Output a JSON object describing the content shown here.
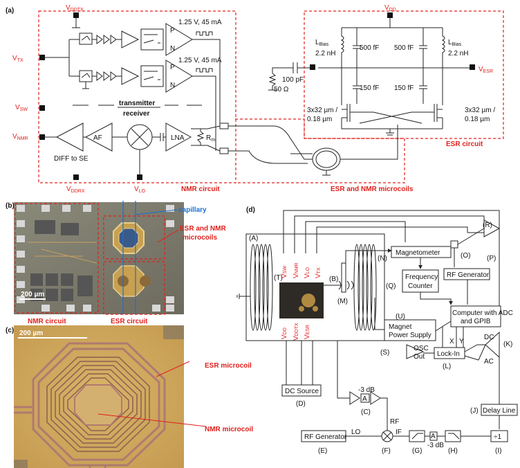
{
  "panels": {
    "a": "(a)",
    "b": "(b)",
    "c": "(c)",
    "d": "(d)"
  },
  "a": {
    "vddtx": "V",
    "vddtx_sub": "DDTX",
    "vdd": "V",
    "vdd_sub": "DD",
    "vtx": "V",
    "vtx_sub": "TX",
    "vsw": "V",
    "vsw_sub": "SW",
    "vnmr": "V",
    "vnmr_sub": "NMR",
    "vddrx": "V",
    "vddrx_sub": "DDRX",
    "vlo": "V",
    "vlo_sub": "LO",
    "vesr": "V",
    "vesr_sub": "ESR",
    "pulse1": "1.25 V, 45 mA",
    "pulse2": "1.25 V, 45 mA",
    "transmitter": "transmitter",
    "receiver": "receiver",
    "diff_se": "DIFF to SE",
    "af": "AF",
    "lna": "LNA",
    "rm": "R",
    "rm_sub": "m",
    "p": "P",
    "n": "N",
    "lbias": "L",
    "lbias_sub": "Bias",
    "lbias_val": "2.2 nH",
    "cap500": "500 fF",
    "cap150": "150 fF",
    "cap100": "100 pF",
    "res50": "50 Ω",
    "fet": "3x32 µm /",
    "fet2": "0.18 µm",
    "nmr_circuit": "NMR circuit",
    "esr_circuit": "ESR circuit",
    "microcoils": "ESR and NMR microcoils"
  },
  "b": {
    "capillary": "capillary",
    "esr_nmr1": "ESR and NMR",
    "esr_nmr2": "microcoils",
    "scale": "200 µm",
    "nmr_circuit": "NMR circuit",
    "esr_circuit": "ESR circuit"
  },
  "c": {
    "scale": "200 µm",
    "esr_microcoil": "ESR microcoil",
    "nmr_microcoil": "NMR microcoil"
  },
  "d": {
    "A": "(A)",
    "B": "(B)",
    "C": "(C)",
    "D": "(D)",
    "E": "(E)",
    "F": "(F)",
    "G": "(G)",
    "H": "(H)",
    "I": "(I)",
    "J": "(J)",
    "K": "(K)",
    "L": "(L)",
    "M": "(M)",
    "N": "(N)",
    "O": "(O)",
    "P": "(P)",
    "Q": "(Q)",
    "R": "(R)",
    "S": "(S)",
    "T": "(T)",
    "U": "(U)",
    "magnetometer": "Magnetometer",
    "freq1": "Frequency",
    "freq2": "Counter",
    "rfgen": "RF Generator",
    "rfgen2": "RF Generator",
    "comp1": "Computer with ADC",
    "comp2": "and GPIB",
    "magps1": "Magnet",
    "magps2": "Power Supply",
    "dcsource": "DC Source",
    "lockin": "Lock-In",
    "delay": "Delay Line",
    "osc1": "OSC",
    "osc2": "Out",
    "x": "X",
    "y": "Y",
    "dc": "DC",
    "ac": "AC",
    "lo": "LO",
    "if": "IF",
    "rf": "RF",
    "att1": "-3 dB",
    "att2": "-3 dB",
    "a_box": "A",
    "div": "÷1",
    "pins_top": [
      "V",
      "V",
      "V",
      "V"
    ],
    "pins_top_sub": [
      "SW",
      "NMR",
      "LO",
      "TX"
    ],
    "pins_bot": [
      "V",
      "V",
      "V"
    ],
    "pins_bot_sub": [
      "DD",
      "DDTX",
      "ESR"
    ]
  },
  "colors": {
    "red": "#e0201c",
    "blue": "#1a6fd1",
    "die": "#a89a7a"
  }
}
